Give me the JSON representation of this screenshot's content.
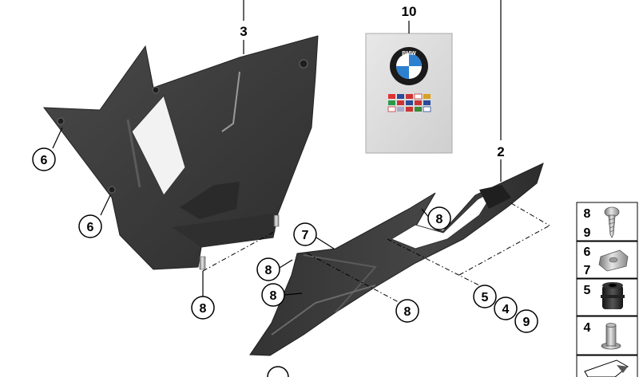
{
  "diagram": {
    "callouts": {
      "part_3": "3",
      "part_10": "10",
      "part_2": "2",
      "left_6_top": "6",
      "left_6_bottom": "6",
      "left_8_bottom": "8",
      "center_7": "7",
      "center_8_a": "8",
      "center_8_b": "8",
      "center_8_c": "8",
      "right_8": "8",
      "right_5": "5",
      "right_4": "4",
      "right_9": "9"
    },
    "manual_logo_text": "BMW",
    "parts_legend": [
      {
        "numbers": [
          "8",
          "9"
        ],
        "icon": "screw-icon"
      },
      {
        "numbers": [
          "6",
          "7"
        ],
        "icon": "clip-nut-icon"
      },
      {
        "numbers": [
          "5"
        ],
        "icon": "rubber-grommet-icon"
      },
      {
        "numbers": [
          "4"
        ],
        "icon": "spacer-sleeve-icon"
      },
      {
        "numbers": [],
        "icon": "tool-wedge-icon"
      }
    ],
    "colors": {
      "fairing_dark": "#3a3a3a",
      "fairing_mid": "#4c4c4c",
      "fairing_highlight": "#8a8a8a",
      "manual_bg": "#dcdcdc",
      "bmw_blue": "#2d7fd0",
      "line": "#000000"
    }
  }
}
